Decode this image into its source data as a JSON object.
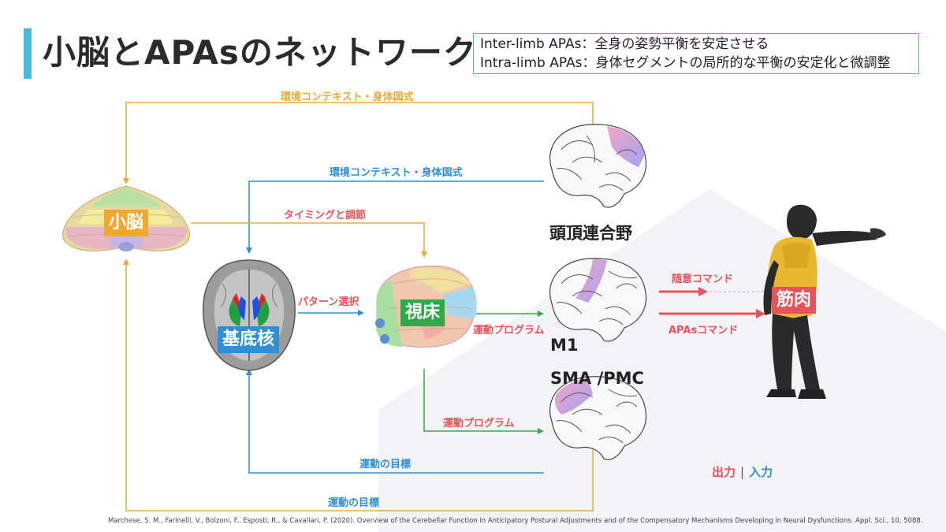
{
  "title": "小脳とAPAsのネットワーク",
  "definitions": {
    "inter": "Inter-limb APAs：全身の姿勢平衡を安定させる",
    "intra": "Intra-limb APAs：身体セグメントの局所的な平衡の安定化と微調整"
  },
  "nodes": {
    "cerebellum": "小脳",
    "basal_ganglia": "基底核",
    "thalamus": "視床",
    "muscle": "筋肉",
    "parietal": "頭頂連合野",
    "m1": "M1",
    "sma": "SMA /PMC"
  },
  "edges": {
    "env_top": "環境コンテキスト・身体図式",
    "env_mid": "環境コンテキスト・身体図式",
    "timing": "タイミングと調節",
    "pattern": "パターン選択",
    "motor_prog_1": "運動プログラム",
    "motor_prog_2": "運動プログラム",
    "voluntary": "随意コマンド",
    "apas_cmd": "APAsコマンド",
    "goal_inner": "運動の目標",
    "goal_outer": "運動の目標"
  },
  "legend": {
    "output": "出力",
    "input": "入力"
  },
  "citation": "Marchese, S. M., Farinelli, V., Bolzoni, F., Esposti, R., & Cavallari, P. (2020). Overview of the Cerebellar Function in Anticipatory Postural Adjustments and of the Compensatory Mechanisms Developing in Neural Dysfunctions. Appl. Sci., 10, 5088.",
  "colors": {
    "orange": "#f0a830",
    "blue": "#2e8ed6",
    "red": "#e8525a",
    "green": "#2eaa4a",
    "accent": "#4bb8dd"
  }
}
